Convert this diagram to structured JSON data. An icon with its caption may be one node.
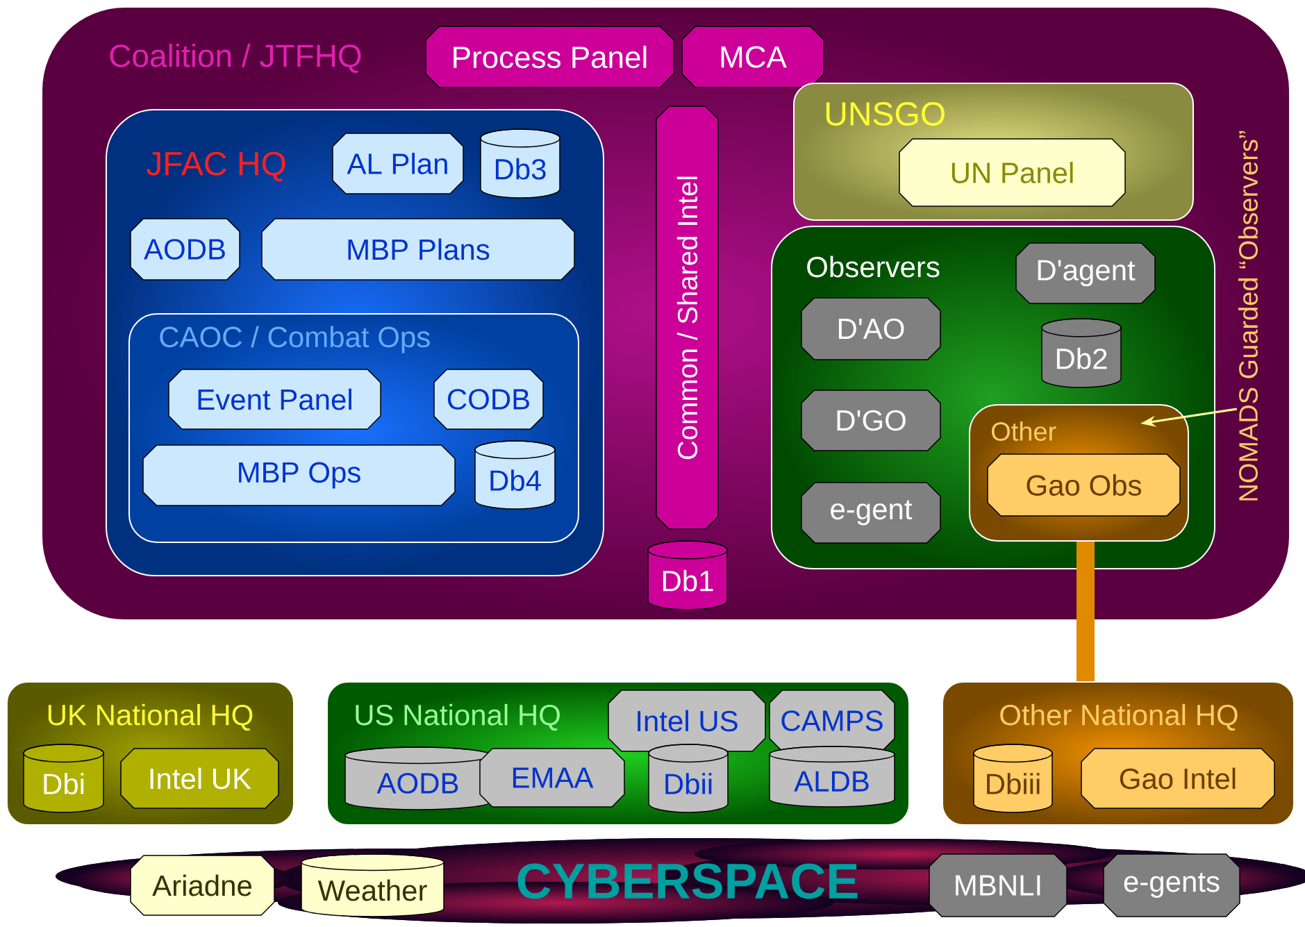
{
  "diagram": {
    "nodes": [
      {
        "text": [
          "Coalition / JTFHQ"
        ]
      },
      {
        "text": [
          "Process Panel"
        ],
        "in": 0
      },
      {
        "text": [
          "MCA"
        ],
        "in": 0
      },
      {
        "text": [
          "JFAC HQ"
        ],
        "in": 0
      },
      {
        "text": [
          "AL Plan"
        ],
        "in": 3
      },
      {
        "text": [
          "Db3"
        ],
        "in": 3
      },
      {
        "text": [
          "AODB"
        ],
        "in": 3
      },
      {
        "text": [
          "MBP Plans"
        ],
        "in": 3
      },
      {
        "text": [
          "CAOC / Combat Ops"
        ],
        "in": 3
      },
      {
        "text": [
          "Event Panel"
        ],
        "in": 8
      },
      {
        "text": [
          "CODB"
        ],
        "in": 8
      },
      {
        "text": [
          "MBP Ops"
        ],
        "in": 8
      },
      {
        "text": [
          "Db4"
        ],
        "in": 8
      },
      {
        "text": [
          "Common / Shared Intel"
        ],
        "in": 0
      },
      {
        "text": [
          "Db1"
        ],
        "in": 0
      },
      {
        "text": [
          "UNSGO"
        ],
        "in": 0
      },
      {
        "text": [
          "UN Panel"
        ],
        "in": 15
      },
      {
        "text": [
          "Observers"
        ],
        "in": 0
      },
      {
        "text": [
          "D'agent"
        ],
        "in": 17
      },
      {
        "text": [
          "D'AO"
        ],
        "in": 17
      },
      {
        "text": [
          "Db2"
        ],
        "in": 17
      },
      {
        "text": [
          "D'GO"
        ],
        "in": 17
      },
      {
        "text": [
          "Other"
        ],
        "in": 17
      },
      {
        "text": [
          "Gao Obs"
        ],
        "in": 22
      },
      {
        "text": [
          "e-gent"
        ],
        "in": 17
      },
      {
        "text": [
          "NOMADS Guarded “Observers”"
        ],
        "in": 0
      },
      {
        "text": [
          "UK National HQ"
        ]
      },
      {
        "text": [
          "Dbi"
        ],
        "in": 26
      },
      {
        "text": [
          "Intel UK"
        ],
        "in": 26
      },
      {
        "text": [
          "US National HQ"
        ]
      },
      {
        "text": [
          "Intel US"
        ],
        "in": 29
      },
      {
        "text": [
          "CAMPS"
        ],
        "in": 29
      },
      {
        "text": [
          "AODB"
        ],
        "in": 29
      },
      {
        "text": [
          "EMAA"
        ],
        "in": 29
      },
      {
        "text": [
          "Dbii"
        ],
        "in": 29
      },
      {
        "text": [
          "ALDB"
        ],
        "in": 29
      },
      {
        "text": [
          "Other National HQ"
        ]
      },
      {
        "text": [
          "Dbiii"
        ],
        "in": 36
      },
      {
        "text": [
          "Gao Intel"
        ],
        "in": 36
      },
      {
        "text": [
          "CYBERSPACE"
        ]
      },
      {
        "text": [
          "Ariadne"
        ],
        "in": 39
      },
      {
        "text": [
          "Weather"
        ],
        "in": 39
      },
      {
        "text": [
          "MBNLI"
        ],
        "in": 39
      },
      {
        "text": [
          "e-gents"
        ],
        "in": 39
      }
    ],
    "edges": [
      {
        "from": 25,
        "to": 22,
        "arrow": "to",
        "color": "#ffff99"
      },
      {
        "from": 22,
        "to": 36,
        "arrow": "none",
        "style": "thick",
        "color": "#e08a00"
      }
    ]
  }
}
